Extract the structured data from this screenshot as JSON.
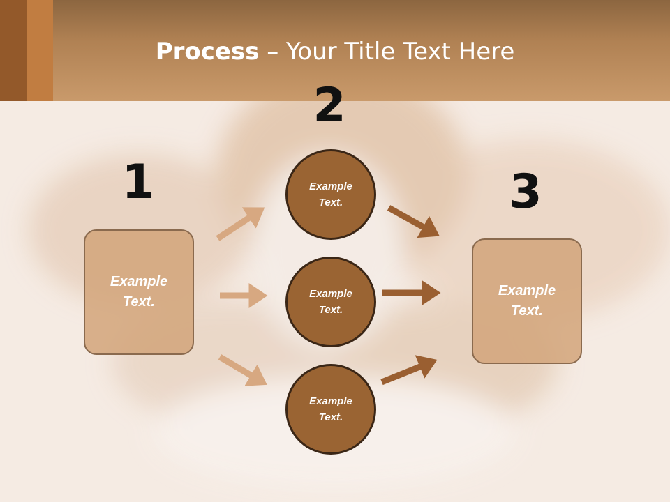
{
  "slide": {
    "title_bold": "Process",
    "title_rest": " – Your Title Text Here"
  },
  "steps": [
    {
      "number": "1",
      "line1": "Example",
      "line2": "Text."
    },
    {
      "number": "2",
      "line1": "Example",
      "line2": "Text."
    },
    {
      "number": "3",
      "line1": "Example",
      "line2": "Text."
    }
  ],
  "middle_nodes": [
    {
      "line1": "Example",
      "line2": "Text."
    },
    {
      "line1": "Example",
      "line2": "Text."
    },
    {
      "line1": "Example",
      "line2": "Text."
    }
  ],
  "colors": {
    "header": "#b08153",
    "left_arrows": "#d7a881",
    "right_arrows": "#9a5f31",
    "circle_fill": "#9a6433",
    "box_fill": "#d2a47a"
  }
}
